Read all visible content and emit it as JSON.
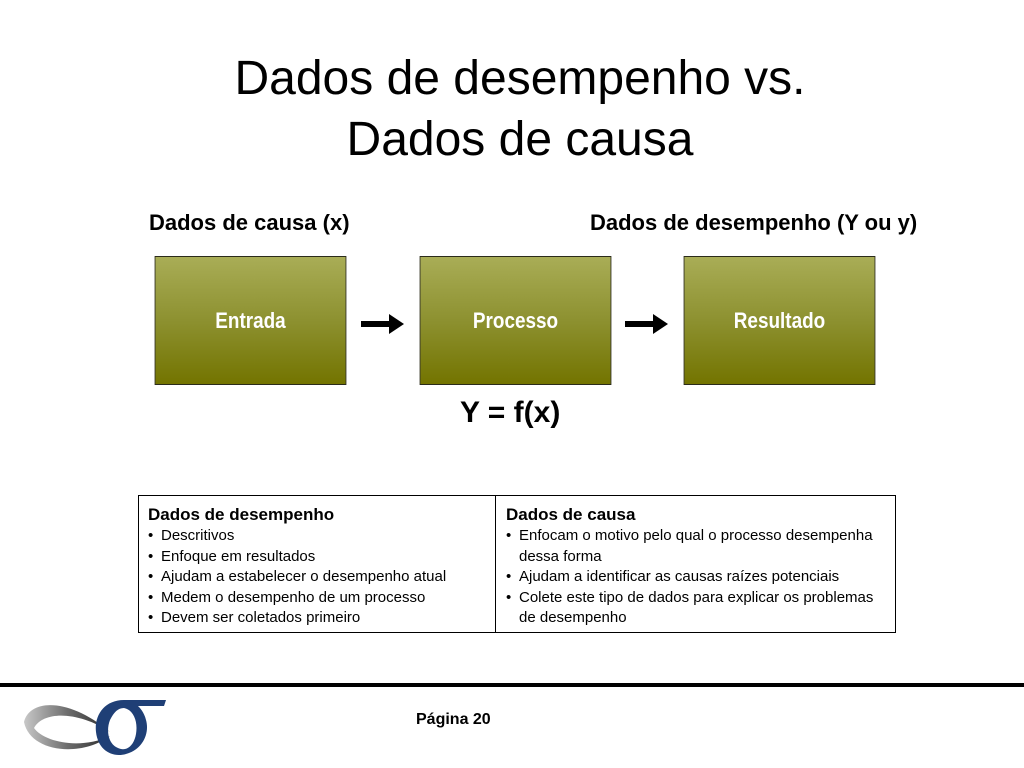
{
  "slide": {
    "title_line1": "Dados de desempenho vs.",
    "title_line2": "Dados de causa"
  },
  "diagram": {
    "cause_label": "Dados de causa (x)",
    "performance_label": "Dados de desempenho (Y ou y)",
    "boxes": [
      "Entrada",
      "Processo",
      "Resultado"
    ],
    "formula": "Y = f(x)",
    "box_color_top": "#a9ad56",
    "box_color_bottom": "#737400"
  },
  "table": {
    "left": {
      "header": "Dados de desempenho",
      "items": [
        "Descritivos",
        "Enfoque em resultados",
        "Ajudam a estabelecer o desempenho atual",
        "Medem o desempenho de um processo",
        "Devem ser coletados primeiro"
      ]
    },
    "right": {
      "header": "Dados de causa",
      "items": [
        "Enfocam o motivo pelo qual o processo desempenha dessa forma",
        "Ajudam a identificar as causas raízes potenciais",
        "Colete este tipo de dados para explicar os problemas de desempenho"
      ]
    }
  },
  "footer": {
    "page_label": "Página 20",
    "logo": "sigma-logo-icon"
  }
}
